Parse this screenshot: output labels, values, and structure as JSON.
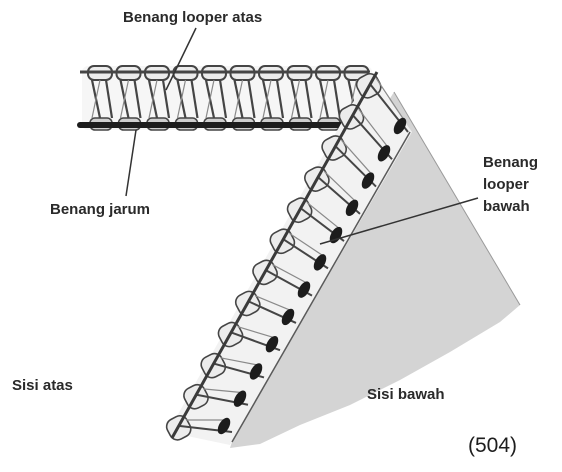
{
  "labels": {
    "upper_looper_thread": "Benang looper atas",
    "needle_thread": "Benang jarum",
    "lower_looper_thread": [
      "Benang",
      "looper",
      "bawah"
    ],
    "top_side": "Sisi atas",
    "bottom_side": "Sisi bawah"
  },
  "figure_number": "(504)",
  "colors": {
    "fabric_under": "#d4d4d4",
    "loop_fill": "#ececec",
    "outline": "#454545",
    "needle_thread": "#1c1c1c",
    "leader": "#333333"
  }
}
